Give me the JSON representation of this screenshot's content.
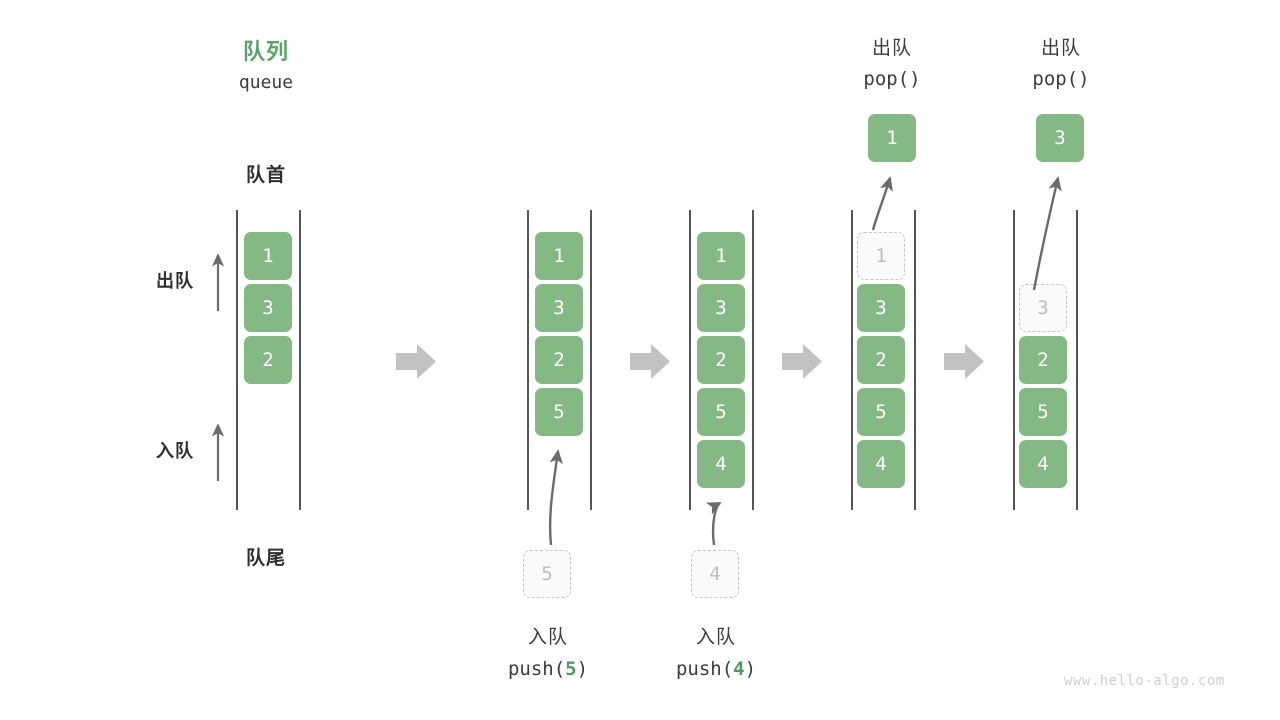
{
  "diagram": {
    "title_cn": "队列",
    "title_en": "queue",
    "front_label": "队首",
    "rear_label": "队尾",
    "dequeue_axis_label": "出队",
    "enqueue_axis_label": "入队",
    "watermark": "www.hello-algo.com",
    "accent_color": "#5aa469",
    "cell_color": "#84b884",
    "ghost_color": "#bdbdbd",
    "rail_color": "#555555",
    "arrow_color": "#c0c0c0"
  },
  "panels": [
    {
      "id": "panel-initial",
      "caption_cn": "",
      "caption_code_prefix": "",
      "caption_code_arg": "",
      "caption_code_suffix": "",
      "cells": [
        "1",
        "3",
        "2"
      ],
      "ghost_in_queue": null,
      "ghost_outside": null,
      "pop_value": null
    },
    {
      "id": "panel-push-5",
      "caption_cn": "入队",
      "caption_code_prefix": "push(",
      "caption_code_arg": "5",
      "caption_code_suffix": ")",
      "cells": [
        "1",
        "3",
        "2",
        "5"
      ],
      "ghost_in_queue": null,
      "ghost_outside": "5",
      "pop_value": null
    },
    {
      "id": "panel-push-4",
      "caption_cn": "入队",
      "caption_code_prefix": "push(",
      "caption_code_arg": "4",
      "caption_code_suffix": ")",
      "cells": [
        "1",
        "3",
        "2",
        "5",
        "4"
      ],
      "ghost_in_queue": null,
      "ghost_outside": "4",
      "pop_value": null
    },
    {
      "id": "panel-pop-1",
      "caption_cn": "出队",
      "caption_code_prefix": "pop(",
      "caption_code_arg": "",
      "caption_code_suffix": ")",
      "cells": [
        "3",
        "2",
        "5",
        "4"
      ],
      "ghost_in_queue": "1",
      "ghost_outside": null,
      "pop_value": "1"
    },
    {
      "id": "panel-pop-3",
      "caption_cn": "出队",
      "caption_code_prefix": "pop(",
      "caption_code_arg": "",
      "caption_code_suffix": ")",
      "cells": [
        "2",
        "5",
        "4"
      ],
      "ghost_in_queue": "3",
      "ghost_outside": null,
      "pop_value": "3"
    }
  ]
}
